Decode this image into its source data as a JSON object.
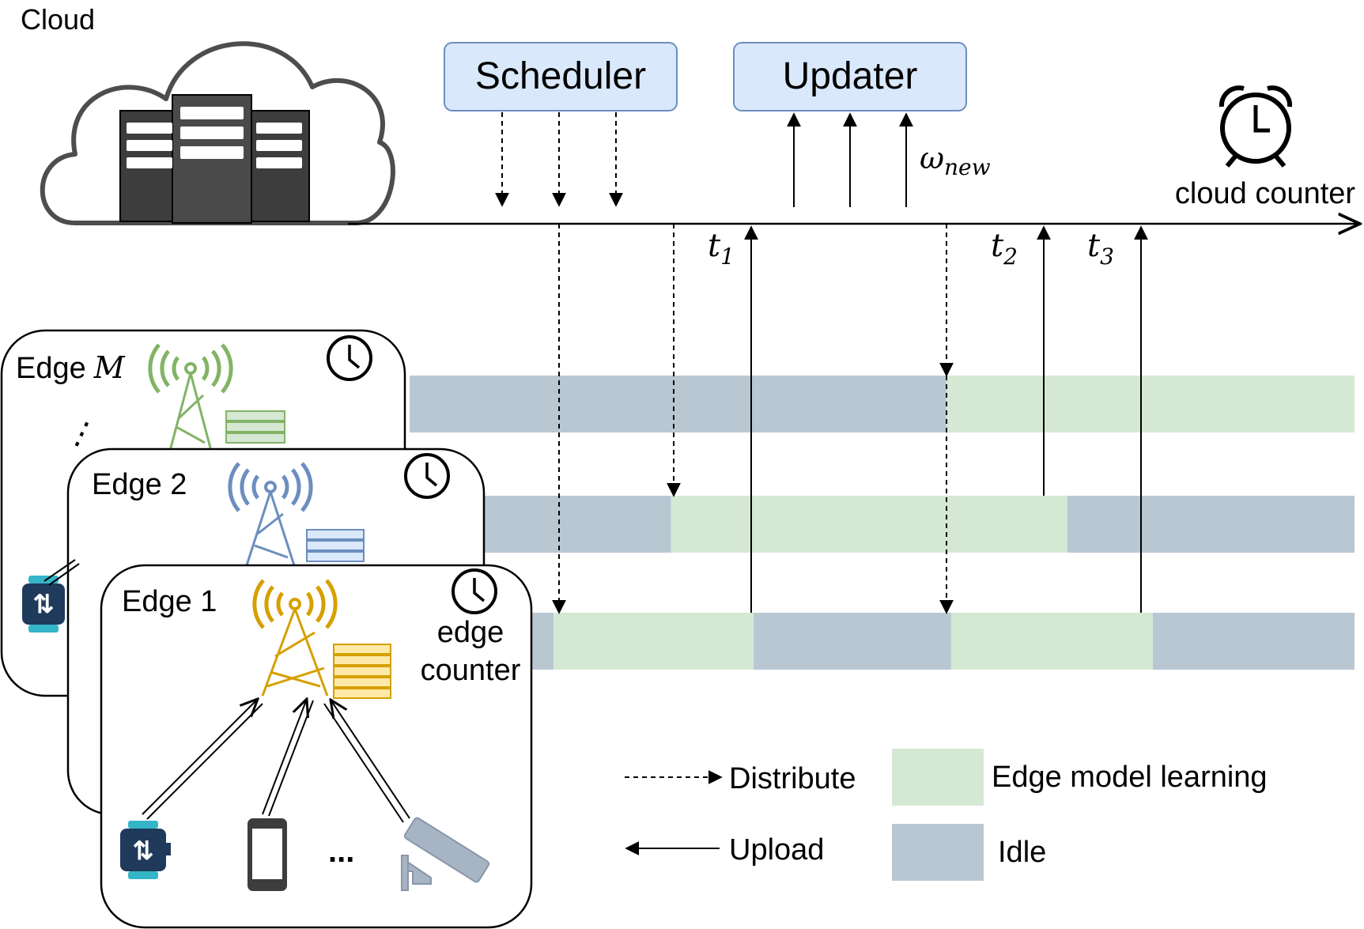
{
  "cloud": {
    "label": "Cloud",
    "scheduler_label": "Scheduler",
    "updater_label": "Updater",
    "omega_symbol": "ω",
    "omega_subscript": "new",
    "counter_label": "cloud counter",
    "time_marks": [
      {
        "symbol": "t",
        "subscript": "1"
      },
      {
        "symbol": "t",
        "subscript": "2"
      },
      {
        "symbol": "t",
        "subscript": "3"
      }
    ]
  },
  "edges": {
    "edge_m": {
      "label": "Edge",
      "index": "M",
      "ellipsis": "⋮"
    },
    "edge_2": {
      "label": "Edge 2"
    },
    "edge_1": {
      "label": "Edge 1",
      "counter_line1": "edge",
      "counter_line2": "counter",
      "device_ellipsis": "..."
    }
  },
  "timeline": {
    "lanes": [
      {
        "name": "Edge M",
        "segments": [
          {
            "state": "idle",
            "start": 0.0,
            "end": 0.568
          },
          {
            "state": "learning",
            "start": 0.568,
            "end": 1.0
          }
        ]
      },
      {
        "name": "Edge 2",
        "segments": [
          {
            "state": "idle",
            "start": 0.0,
            "end": 0.215
          },
          {
            "state": "learning",
            "start": 0.215,
            "end": 0.67
          },
          {
            "state": "idle",
            "start": 0.67,
            "end": 1.0
          }
        ]
      },
      {
        "name": "Edge 1",
        "segments": [
          {
            "state": "idle",
            "start": 0.0,
            "end": 0.027
          },
          {
            "state": "learning",
            "start": 0.027,
            "end": 0.27
          },
          {
            "state": "idle",
            "start": 0.27,
            "end": 0.51
          },
          {
            "state": "learning",
            "start": 0.51,
            "end": 0.755
          },
          {
            "state": "idle",
            "start": 0.755,
            "end": 1.0
          }
        ]
      }
    ]
  },
  "legend": {
    "distribute_label": "Distribute",
    "upload_label": "Upload",
    "learning_label": "Edge model learning",
    "idle_label": "Idle"
  },
  "colors": {
    "learning": "#d5e8d4",
    "idle": "#b9c7d3",
    "box_fill": "#dae8fc",
    "box_stroke": "#6c8ebf",
    "edge_m_accent": "#82b366",
    "edge_2_accent": "#6c8ebf",
    "edge_1_accent": "#d6a000",
    "device_dark": "#1f3a5a",
    "device_teal": "#35b5c8"
  }
}
